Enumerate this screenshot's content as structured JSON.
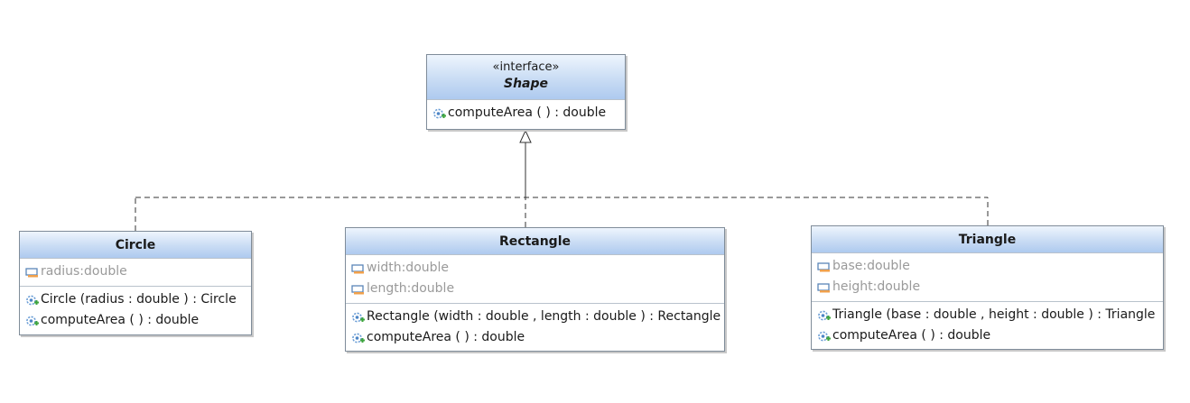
{
  "interface": {
    "stereotype": "«interface»",
    "name": "Shape",
    "operations": [
      {
        "icon": "public-operation-icon",
        "text": "computeArea ( ) : double"
      }
    ]
  },
  "classes": [
    {
      "id": "circle",
      "name": "Circle",
      "attributes": [
        {
          "icon": "field-icon",
          "text": "radius:double"
        }
      ],
      "operations": [
        {
          "icon": "public-operation-icon",
          "text": "Circle (radius : double ) : Circle"
        },
        {
          "icon": "public-operation-icon",
          "text": "computeArea ( ) : double"
        }
      ]
    },
    {
      "id": "rectangle",
      "name": "Rectangle",
      "attributes": [
        {
          "icon": "field-icon",
          "text": "width:double"
        },
        {
          "icon": "field-icon",
          "text": "length:double"
        }
      ],
      "operations": [
        {
          "icon": "public-operation-icon",
          "text": "Rectangle (width : double , length : double ) : Rectangle"
        },
        {
          "icon": "public-operation-icon",
          "text": "computeArea ( ) : double"
        }
      ]
    },
    {
      "id": "triangle",
      "name": "Triangle",
      "attributes": [
        {
          "icon": "field-icon",
          "text": "base:double"
        },
        {
          "icon": "field-icon",
          "text": "height:double"
        }
      ],
      "operations": [
        {
          "icon": "public-operation-icon",
          "text": "Triangle (base : double , height : double ) : Triangle"
        },
        {
          "icon": "public-operation-icon",
          "text": "computeArea ( ) : double"
        }
      ]
    }
  ],
  "relationships": [
    {
      "type": "realization",
      "from": "Circle",
      "to": "Shape"
    },
    {
      "type": "realization",
      "from": "Rectangle",
      "to": "Shape"
    },
    {
      "type": "realization",
      "from": "Triangle",
      "to": "Shape"
    }
  ],
  "colors": {
    "header_top": "#eef5fd",
    "header_bottom": "#aecaef",
    "border": "#7f8c99",
    "attribute_text": "#9a9a9a",
    "line": "#333333"
  }
}
